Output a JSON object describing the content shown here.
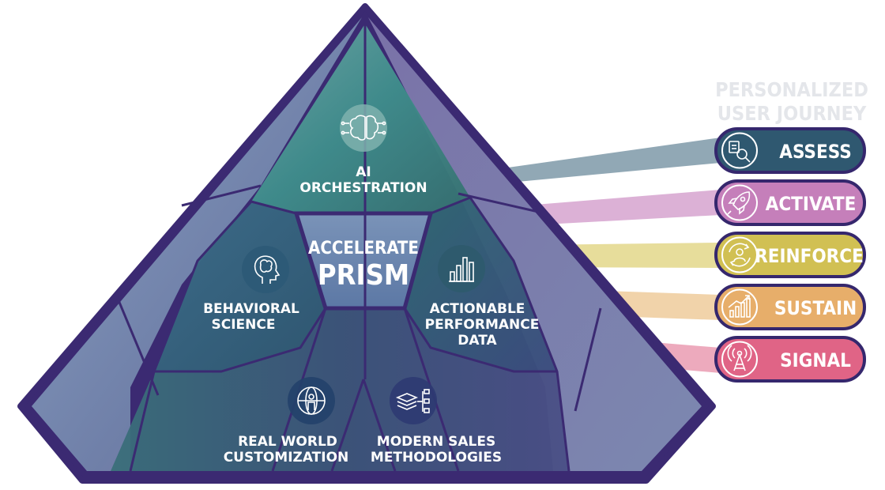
{
  "header": {
    "line1": "PERSONALIZED",
    "line2": "USER JOURNEY"
  },
  "center": {
    "line1": "ACCELERATE",
    "line2": "PRISM"
  },
  "facets": {
    "ai": {
      "line1": "AI",
      "line2": "ORCHESTRATION",
      "icon": "brain-circuit-icon"
    },
    "behavioral": {
      "line1": "BEHAVIORAL",
      "line2": "SCIENCE",
      "icon": "head-brain-icon"
    },
    "performance": {
      "line1": "ACTIONABLE",
      "line2": "PERFORMANCE",
      "line3": "DATA",
      "icon": "bar-chart-icon"
    },
    "realworld": {
      "line1": "REAL WORLD",
      "line2": "CUSTOMIZATION",
      "icon": "globe-person-icon"
    },
    "sales": {
      "line1": "MODERN SALES",
      "line2": "METHODOLOGIES",
      "icon": "layers-flow-icon"
    }
  },
  "journey": [
    {
      "label": "ASSESS",
      "color": "#2f5870",
      "beam": "#7e99a8",
      "icon": "search-magnifier-icon"
    },
    {
      "label": "ACTIVATE",
      "color": "#c57fba",
      "beam": "#d6a3cf",
      "icon": "rocket-icon"
    },
    {
      "label": "REINFORCE",
      "color": "#d1c053",
      "beam": "#e3d78a",
      "icon": "person-cycle-icon"
    },
    {
      "label": "SUSTAIN",
      "color": "#e7ae6a",
      "beam": "#eecb9b",
      "icon": "growth-chart-icon"
    },
    {
      "label": "SIGNAL",
      "color": "#e06486",
      "beam": "#ea9bb1",
      "icon": "signal-tower-icon"
    }
  ]
}
